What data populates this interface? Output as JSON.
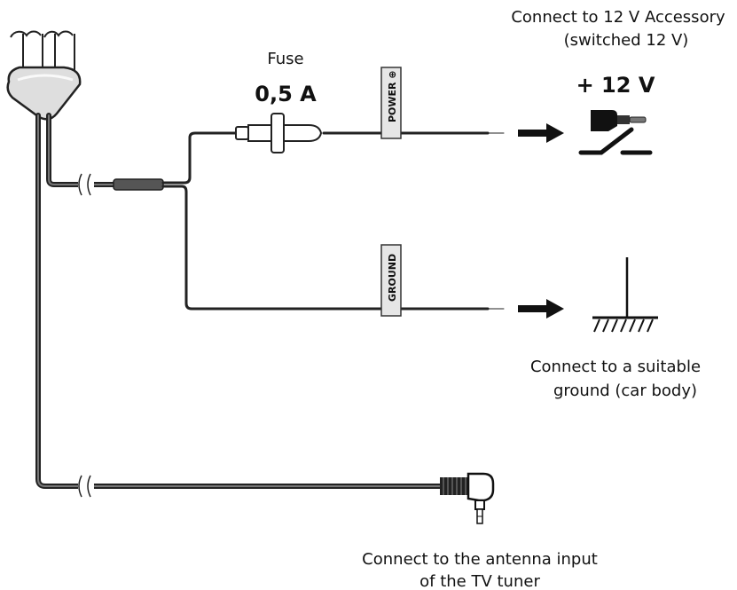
{
  "labels": {
    "fuse_title": "Fuse",
    "fuse_rating": "0,5 A",
    "power_tag": "POWER ⊕",
    "ground_tag": "GROUND",
    "accessory_line1": "Connect to  12 V Accessory",
    "accessory_line2": "(switched 12 V)",
    "voltage": "+ 12 V",
    "ground_line1": "Connect to a suitable",
    "ground_line2": "ground (car body)",
    "antenna_line1": "Connect to the antenna input",
    "antenna_line2": "of the TV tuner"
  },
  "colors": {
    "cable": "#3c3c3c",
    "cable_dark": "#1f1f1f",
    "connector_fill": "#dedede",
    "outline": "#222222",
    "tag_fill": "#e6e6e6"
  },
  "icons": [
    "splitter-connector",
    "fuse-holder",
    "arrow-right",
    "plug-switch-icon",
    "ground-symbol-icon",
    "jack-plug"
  ]
}
